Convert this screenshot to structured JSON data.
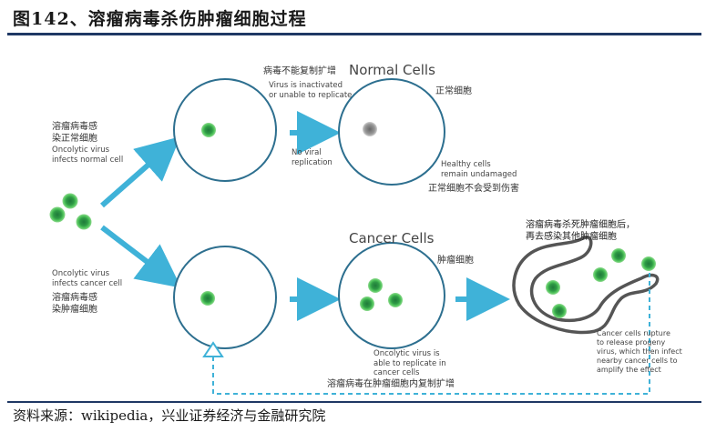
{
  "figure_title": "图142、溶瘤病毒杀伤肿瘤细胞过程",
  "source_note": "资料来源：wikipedia，兴业证券经济与金融研究院",
  "colors": {
    "arrow": "#3fb2d8",
    "cell_outline": "#2d6f8f",
    "virus_green": "#3fb54a",
    "rule": "#1f3864"
  },
  "left": {
    "normal_cn": "溶瘤病毒感\n染正常细胞",
    "normal_en": "Oncolytic virus\ninfects normal cell",
    "cancer_en": "Oncolytic virus\ninfects cancer cell",
    "cancer_cn": "溶瘤病毒感\n染肿瘤细胞"
  },
  "normal": {
    "title": "Normal Cells",
    "cn_note": "病毒不能复制扩增",
    "en_note": "Virus is inactivated\nor unable to replicate",
    "label_cn": "正常细胞",
    "no_rep": "No viral\nreplication",
    "healthy_en": "Healthy cells\nremain undamaged",
    "healthy_cn": "正常细胞不会受到伤害"
  },
  "cancer": {
    "title": "Cancer Cells",
    "label_cn": "肿瘤细胞",
    "able_en": "Oncolytic virus is\nable to replicate in\ncancer cells",
    "able_cn": "溶瘤病毒在肿瘤细胞内复制扩增",
    "kill_cn": "溶瘤病毒杀死肿瘤细胞后，\n再去感染其他肿瘤细胞",
    "rupture_en": "Cancer cells rupture\nto release progeny\nvirus, which then infect\nnearby cancer cells to\namplify the effect"
  }
}
